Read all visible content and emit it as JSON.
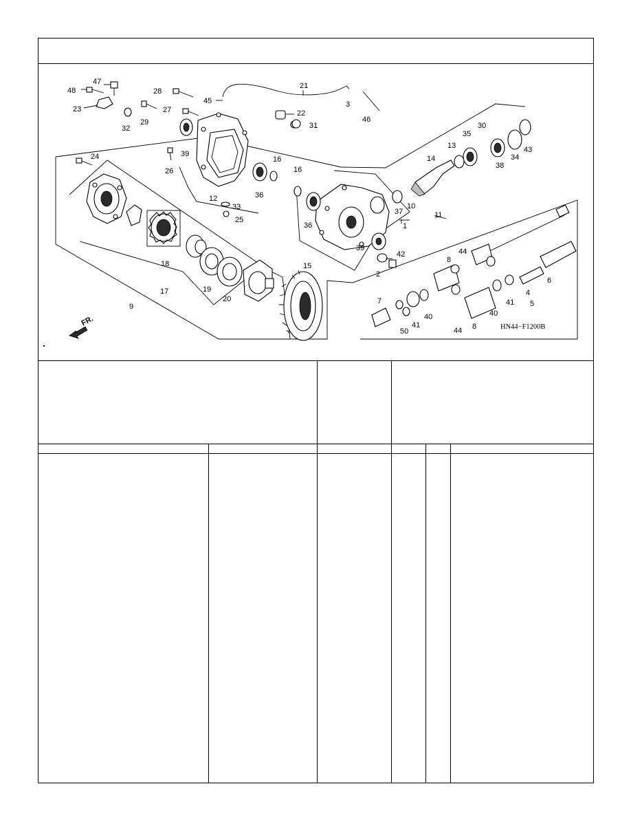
{
  "diagram": {
    "figure_code": "HN44−F1200B",
    "direction_label": "FR.",
    "callouts": [
      "1",
      "2",
      "3",
      "4",
      "5",
      "6",
      "7",
      "8",
      "8",
      "9",
      "10",
      "11",
      "12",
      "13",
      "14",
      "15",
      "16",
      "16",
      "17",
      "18",
      "19",
      "20",
      "21",
      "22",
      "23",
      "24",
      "25",
      "26",
      "27",
      "28",
      "29",
      "30",
      "31",
      "32",
      "33",
      "34",
      "35",
      "36",
      "36",
      "37",
      "38",
      "39",
      "39",
      "40",
      "40",
      "41",
      "41",
      "42",
      "43",
      "44",
      "44",
      "45",
      "46",
      "47",
      "48",
      "50"
    ]
  }
}
